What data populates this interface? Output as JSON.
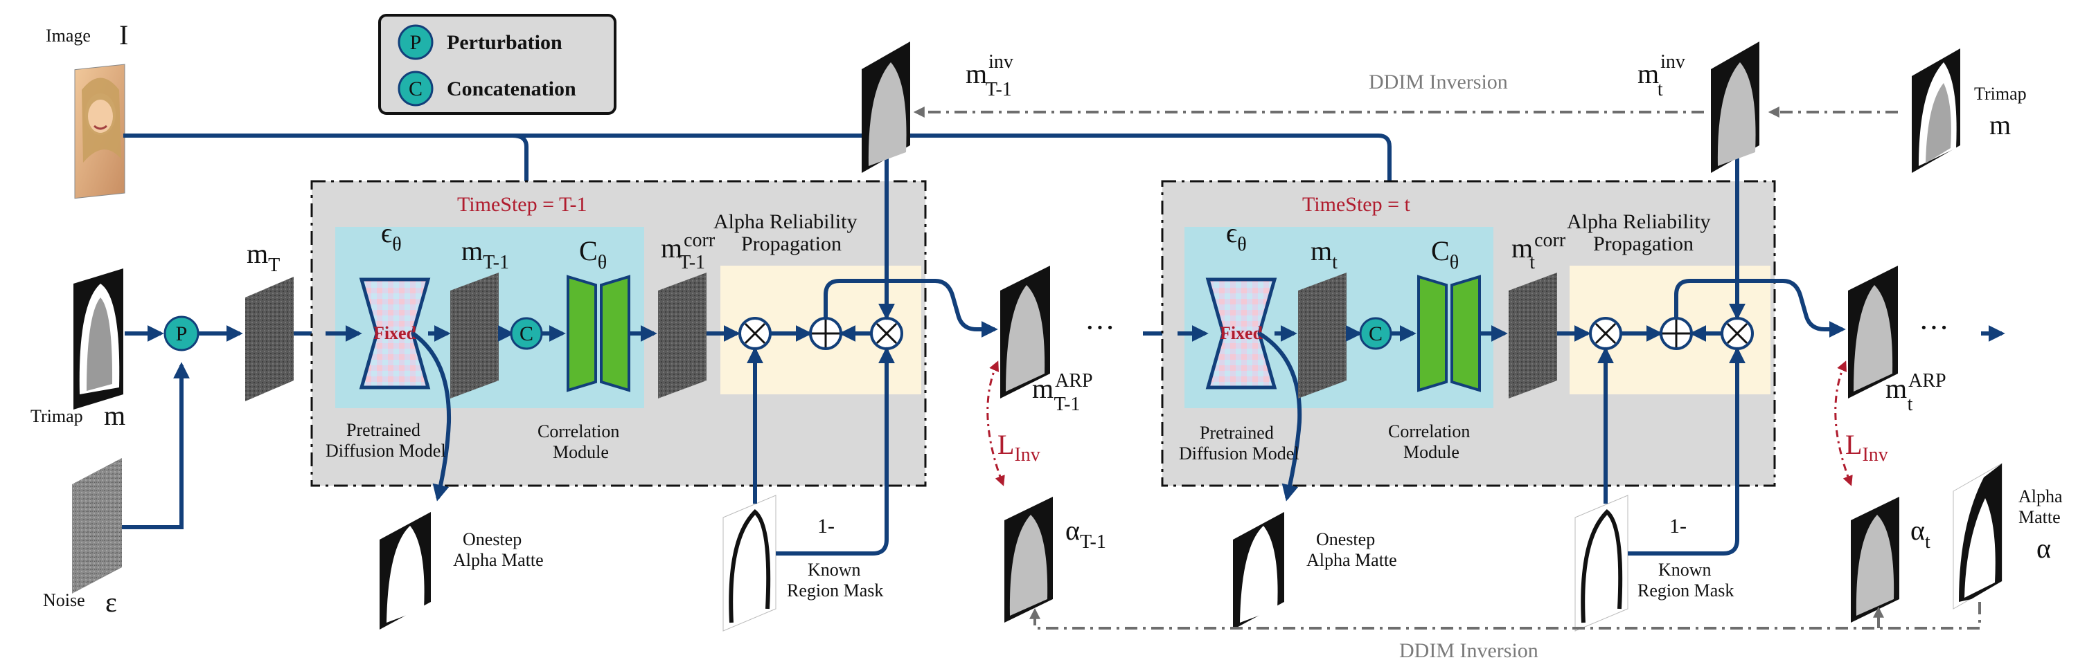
{
  "legend": {
    "perturbation_symbol": "P",
    "perturbation_label": "Perturbation",
    "concatenation_symbol": "C",
    "concatenation_label": "Concatenation"
  },
  "inputs": {
    "image_label": "Image",
    "image_symbol": "I",
    "trimap_label": "Trimap",
    "trimap_symbol": "m",
    "noise_label": "Noise",
    "noise_symbol": "ε"
  },
  "step_left": {
    "timestep": "TimeStep = T-1",
    "m_T": "m",
    "m_T_sub": "T",
    "eps": "ϵ",
    "eps_sub": "θ",
    "fixed": "Fixed",
    "m_prev": "m",
    "m_prev_sub": "T-1",
    "c_theta": "C",
    "c_theta_sub": "θ",
    "m_corr": "m",
    "m_corr_sup": "corr",
    "m_corr_sub": "T-1",
    "arp_title_1": "Alpha Reliability",
    "arp_title_2": "Propagation",
    "pretrained_1": "Pretrained",
    "pretrained_2": "Diffusion Model",
    "correlation_1": "Correlation",
    "correlation_2": "Module",
    "onestep_1": "Onestep",
    "onestep_2": "Alpha Matte",
    "one_minus": "1-",
    "known_1": "Known",
    "known_2": "Region Mask",
    "m_arp": "m",
    "m_arp_sup": "ARP",
    "m_arp_sub": "T-1",
    "l_inv": "L",
    "l_inv_sub": "Inv",
    "alpha": "α",
    "alpha_sub": "T-1",
    "m_inv": "m",
    "m_inv_sup": "inv",
    "m_inv_sub": "T-1"
  },
  "step_right": {
    "timestep": "TimeStep = t",
    "eps": "ϵ",
    "eps_sub": "θ",
    "fixed": "Fixed",
    "m_t": "m",
    "m_t_sub": "t",
    "c_theta": "C",
    "c_theta_sub": "θ",
    "m_corr": "m",
    "m_corr_sup": "corr",
    "m_corr_sub": "t",
    "arp_title_1": "Alpha Reliability",
    "arp_title_2": "Propagation",
    "pretrained_1": "Pretrained",
    "pretrained_2": "Diffusion Model",
    "correlation_1": "Correlation",
    "correlation_2": "Module",
    "onestep_1": "Onestep",
    "onestep_2": "Alpha Matte",
    "one_minus": "1-",
    "known_1": "Known",
    "known_2": "Region Mask",
    "m_arp": "m",
    "m_arp_sup": "ARP",
    "m_arp_sub": "t",
    "l_inv": "L",
    "l_inv_sub": "Inv",
    "alpha": "α",
    "alpha_sub": "t",
    "m_inv": "m",
    "m_inv_sup": "inv",
    "m_inv_sub": "t"
  },
  "outputs": {
    "trimap_label": "Trimap",
    "trimap_symbol": "m",
    "alpha_label_1": "Alpha",
    "alpha_label_2": "Matte",
    "alpha_symbol": "α",
    "ellipsis": "···"
  },
  "ddim_top": "DDIM Inversion",
  "ddim_bottom": "DDIM Inversion",
  "colors": {
    "flow": "#123f7a",
    "teal": "#20b2aa",
    "green": "#5bb82e",
    "module_bg": "#d9d9d9",
    "diffusion_bg": "#b3e0e8",
    "arp_bg": "#fdf4dc",
    "timestep": "#b01c2e"
  }
}
